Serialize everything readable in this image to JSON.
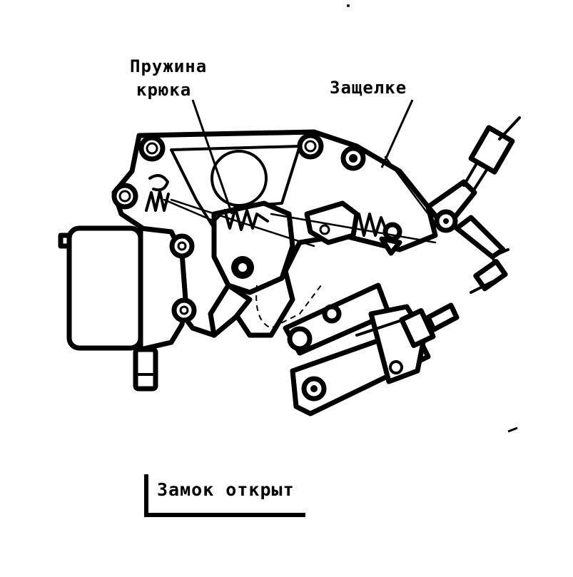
{
  "labels": {
    "hook_spring_line1": "Пружина",
    "hook_spring_line2": "крюка",
    "latch": "Защелке",
    "caption": "Замок открыт"
  },
  "colors": {
    "ink": "#000000",
    "paper": "#ffffff"
  }
}
